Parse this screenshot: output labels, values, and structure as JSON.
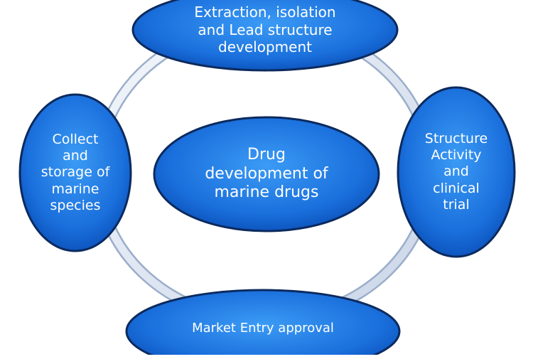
{
  "diagram": {
    "center_node": {
      "lines": [
        "Drug",
        "development of",
        "marine drugs"
      ]
    },
    "cycle_nodes": {
      "top": {
        "lines": [
          "Extraction, isolation",
          "and Lead structure",
          "development"
        ]
      },
      "right": {
        "lines": [
          "Structure",
          "Activity",
          "and",
          "clinical",
          "trial"
        ]
      },
      "bottom": {
        "lines": [
          "Market Entry approval"
        ]
      },
      "left": {
        "lines": [
          "Collect",
          "and",
          "storage of",
          "marine",
          "species"
        ]
      }
    },
    "colors": {
      "node_fill_light": "#2f8ff0",
      "node_fill_dark": "#0a4fb8",
      "node_border": "#0b2a5e",
      "ring_light": "#eef3fb",
      "ring_dark": "#aebfd8"
    }
  }
}
